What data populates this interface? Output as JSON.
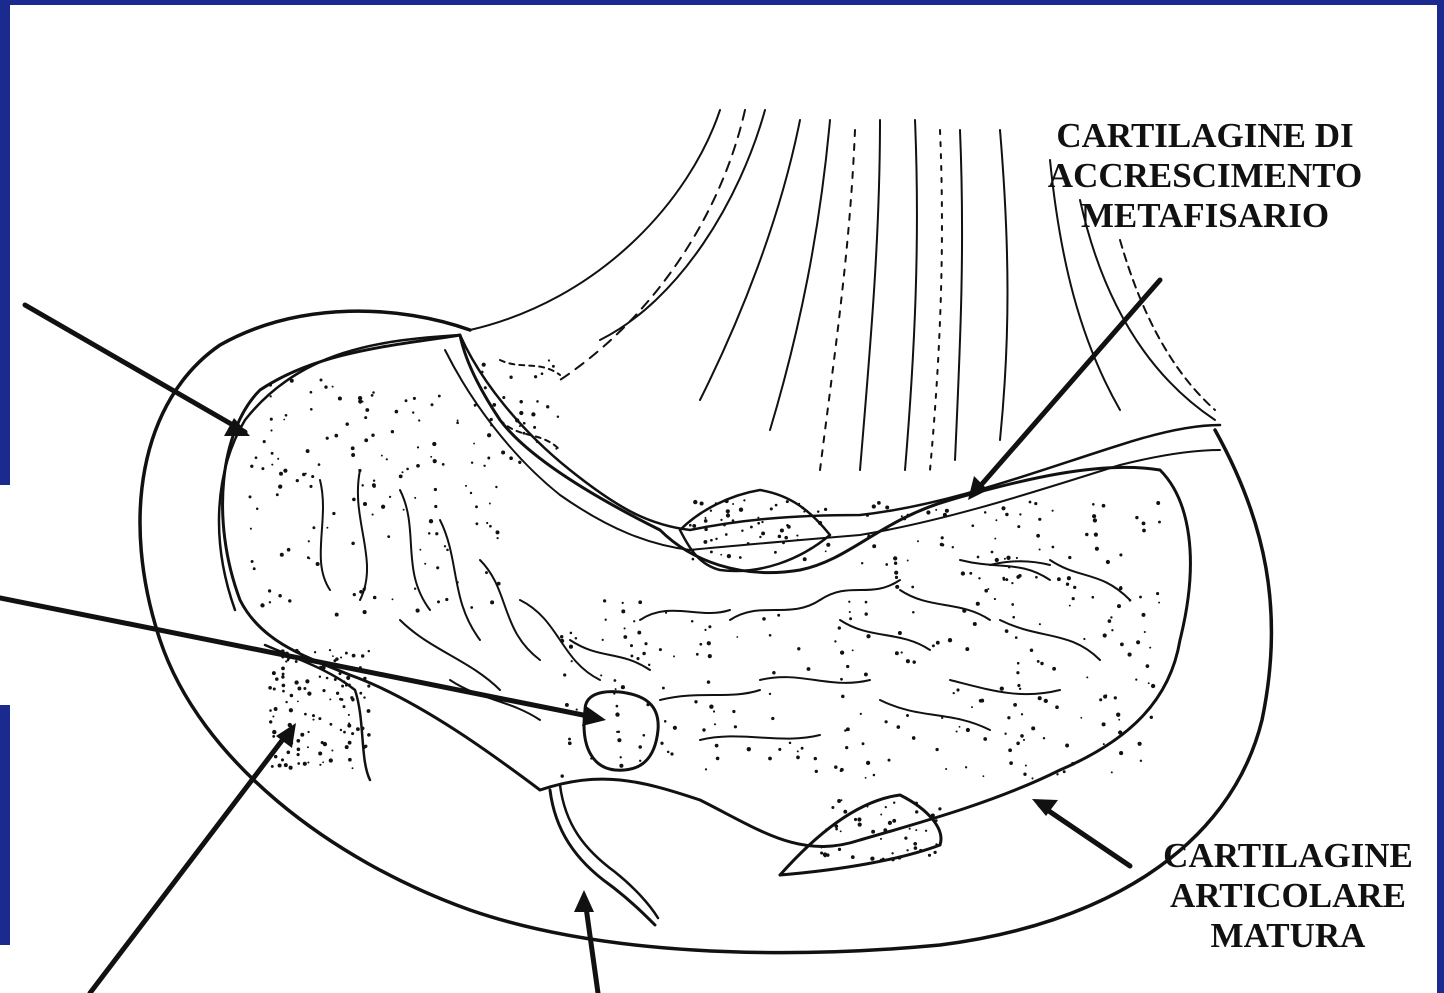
{
  "colors": {
    "slide_frame": "#1b2a8f",
    "ink": "#111111",
    "paper": "#ffffff"
  },
  "labels": {
    "growth_cartilage": [
      "CARTILAGINE DI",
      "ACCRESCIMENTO",
      "METAFISARIO"
    ],
    "articular_cartilage": [
      "CARTILAGINE",
      "ARTICOLARE",
      "MATURA"
    ]
  }
}
